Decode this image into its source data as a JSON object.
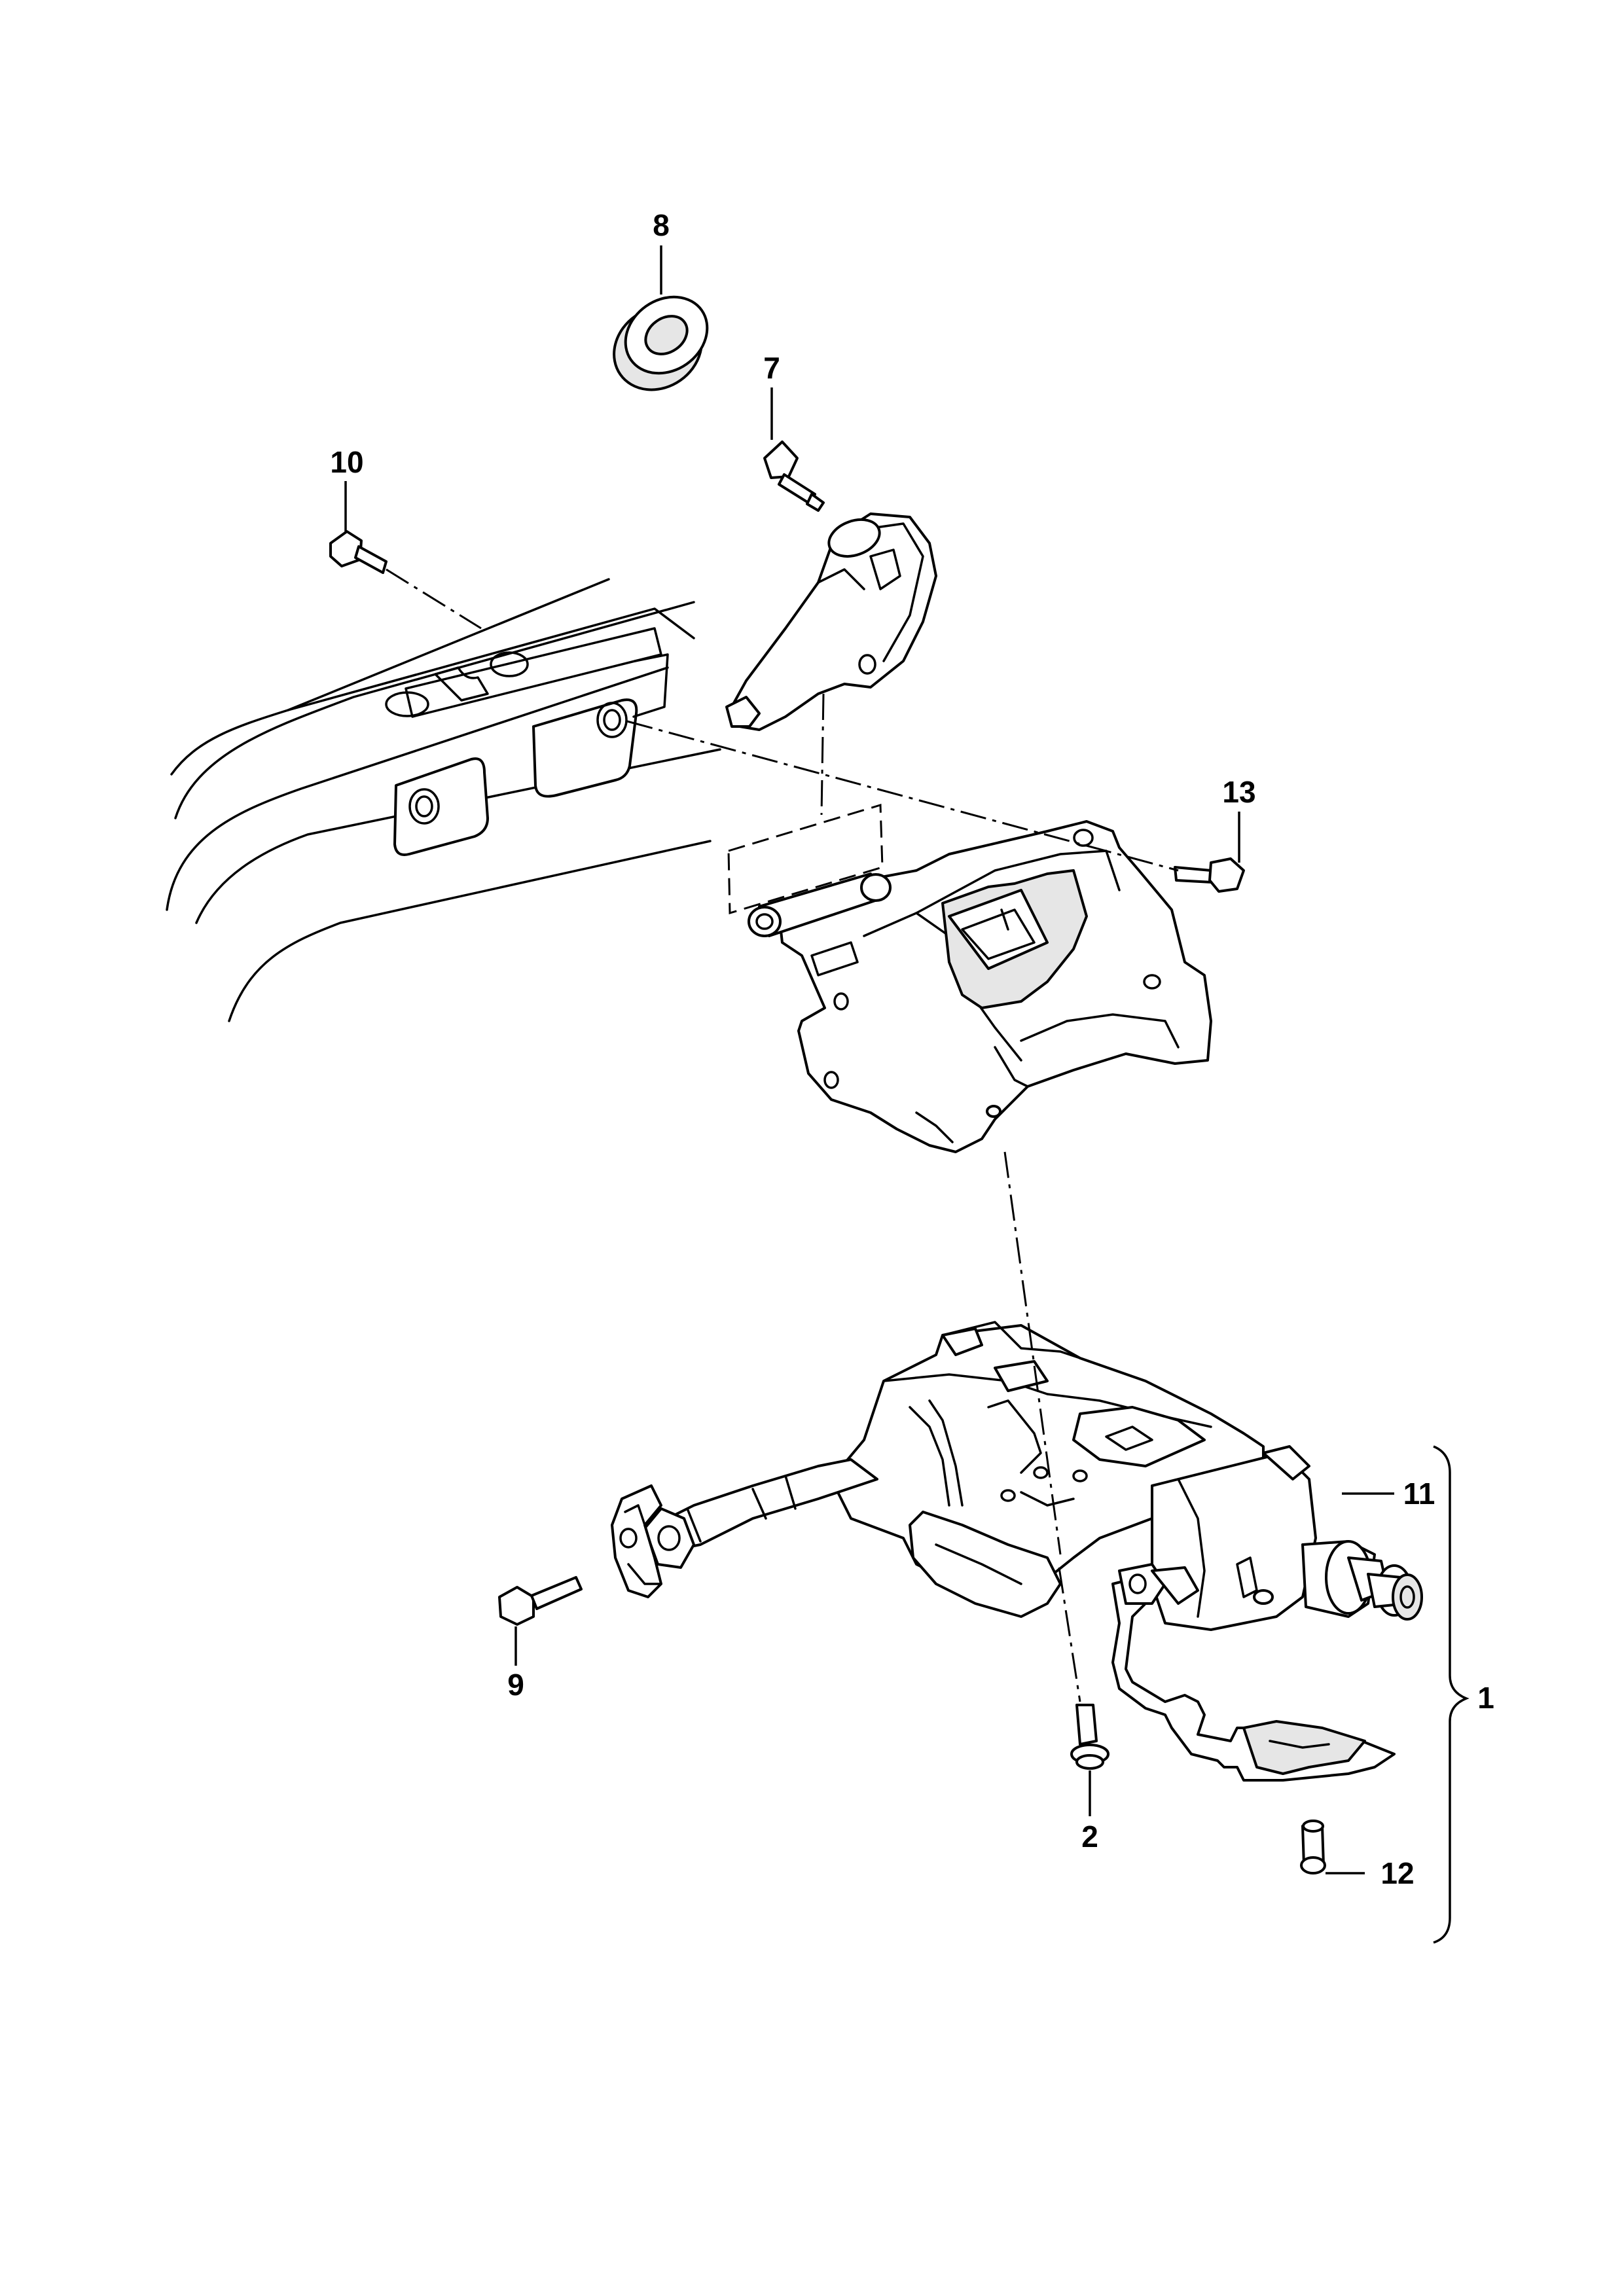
{
  "callouts": {
    "c1": "1",
    "c2": "2",
    "c7": "7",
    "c8": "8",
    "c9": "9",
    "c10": "10",
    "c11": "11",
    "c12": "12",
    "c13": "13"
  }
}
